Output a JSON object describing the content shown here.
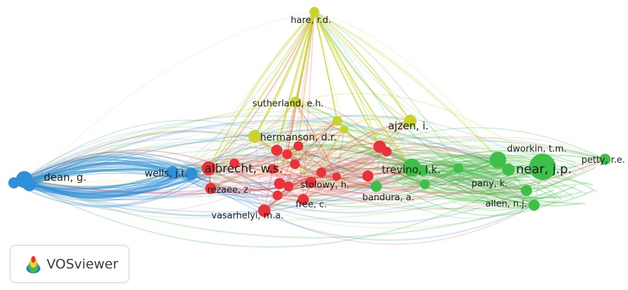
{
  "app": {
    "name": "VOSviewer"
  },
  "colors": {
    "red": "#e8333a",
    "green": "#3fbf4a",
    "blue": "#2f8fd8",
    "yellow": "#c8d32e",
    "label": "#1e1e1e"
  },
  "nodes": [
    {
      "id": "hare",
      "label": "hare, r.d.",
      "cluster": "yellow"
    },
    {
      "id": "sutherland",
      "label": "sutherland, e.h.",
      "cluster": "yellow"
    },
    {
      "id": "ajzen",
      "label": "ajzen, i.",
      "cluster": "yellow"
    },
    {
      "id": "hermanson",
      "label": "hermanson, d.r.",
      "cluster": "yellow"
    },
    {
      "id": "dean",
      "label": "dean, g.",
      "cluster": "blue"
    },
    {
      "id": "wells",
      "label": "wells, j.t.",
      "cluster": "blue"
    },
    {
      "id": "albrecht",
      "label": "albrecht, w.s.",
      "cluster": "red"
    },
    {
      "id": "rezaee",
      "label": "rezaee, z.",
      "cluster": "red"
    },
    {
      "id": "stolowy",
      "label": "stolowy, h.",
      "cluster": "red"
    },
    {
      "id": "free",
      "label": "free, c.",
      "cluster": "red"
    },
    {
      "id": "vasarhelyi",
      "label": "vasarhelyi, m.a.",
      "cluster": "red"
    },
    {
      "id": "trevino",
      "label": "trevino, l.k.",
      "cluster": "green"
    },
    {
      "id": "bandura",
      "label": "bandura, a.",
      "cluster": "green"
    },
    {
      "id": "dworkin",
      "label": "dworkin, t.m.",
      "cluster": "green"
    },
    {
      "id": "near",
      "label": "near, j.p.",
      "cluster": "green"
    },
    {
      "id": "petty",
      "label": "petty, r.e.",
      "cluster": "green"
    },
    {
      "id": "pany",
      "label": "pany, k.",
      "cluster": "green"
    },
    {
      "id": "allen",
      "label": "allen, n.j.",
      "cluster": "green"
    }
  ]
}
